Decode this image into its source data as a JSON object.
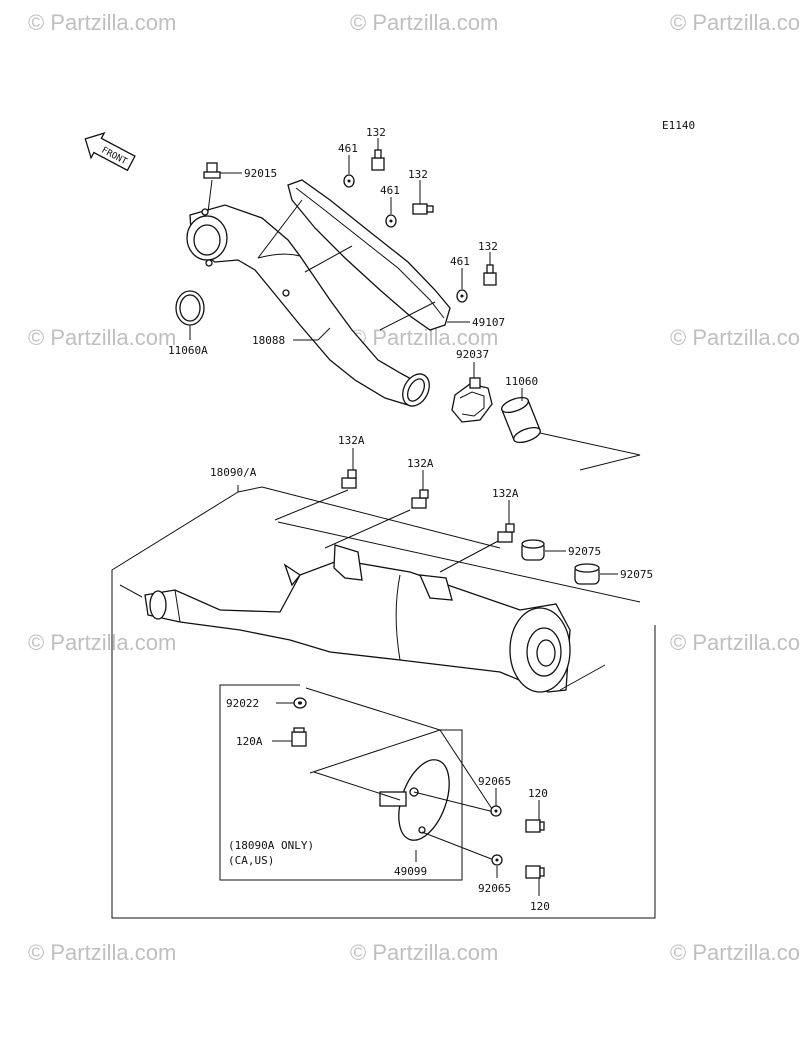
{
  "diagram_code": "E1140",
  "watermark": {
    "text": "Partzilla.com",
    "symbol": "©"
  },
  "labels": {
    "p92015": "92015",
    "p461a": "461",
    "p132a": "132",
    "p461b": "461",
    "p132b": "132",
    "p461c": "461",
    "p132c": "132",
    "p49107": "49107",
    "p11060A": "11060A",
    "p18088": "18088",
    "p92037": "92037",
    "p11060": "11060",
    "p18090A": "18090/A",
    "p132A1": "132A",
    "p132A2": "132A",
    "p132A3": "132A",
    "p92075a": "92075",
    "p92075b": "92075",
    "p92022": "92022",
    "p120A": "120A",
    "p92065a": "92065",
    "p120a": "120",
    "p49099": "49099",
    "p92065b": "92065",
    "p120b": "120",
    "note_line1": "(18090A ONLY)",
    "note_line2": "(CA,US)",
    "front_arrow": "FRONT"
  }
}
